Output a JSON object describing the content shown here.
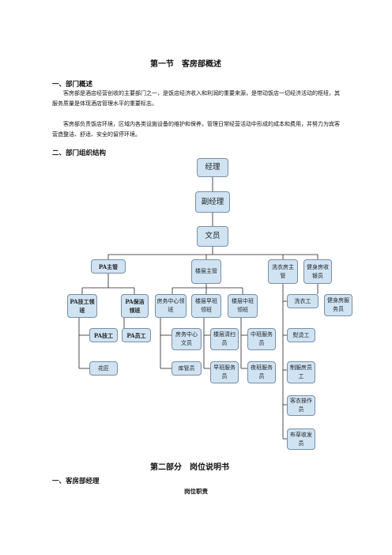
{
  "doc": {
    "section_title": "第一节　客房部概述",
    "h1": "一、部门概述",
    "p1": "客房部是酒店经营创收的主要部门之一，是饭店经济收入和利润的重要来源，是带动饭店一切经济活动的枢纽，其服务质量是体现酒店管理水平的重要标志。",
    "p2": "客房部负责饭店环境，区域内各类设施设备的维护和保养，管理日常经营活动中形成的成本和费用，并努力为宾客营造整洁、舒适、安全的留停环境。",
    "h2": "二、部门组织结构",
    "part2_title": "第二部分　岗位说明书",
    "h3": "一、客房部经理",
    "sub_title": "岗位职责"
  },
  "org": {
    "manager": "经理",
    "deputy": "副经理",
    "clerk": "文员",
    "pa_supervisor": "PA主管",
    "floor_supervisor": "楼层主管",
    "laundry_supervisor": "洗衣房主管",
    "gym_staff": "健身房收银员",
    "pa_tech_lead": "PA技工领班",
    "pa_clean_lead": "PA保洁领班",
    "svc_center_lead": "房务中心领班",
    "floor_early_lead": "楼层早班领班",
    "floor_mid_lead": "楼层中班领班",
    "washer": "洗衣工",
    "gym_attendant": "健身房服务员",
    "pa_tech": "PA技工",
    "pa_worker": "PA员工",
    "svc_clerk": "房务中心文员",
    "floor_cleaner": "楼层清扫员",
    "mid_attendant": "中班服务员",
    "ironer": "熨烫工",
    "gardener": "花匠",
    "storekeeper": "库管员",
    "early_attendant": "早班服务员",
    "night_attendant": "夜班服务员",
    "uniform_worker": "制服房员工",
    "guest_laundry": "客衣操作员",
    "linen_clerk": "布草收发员"
  }
}
